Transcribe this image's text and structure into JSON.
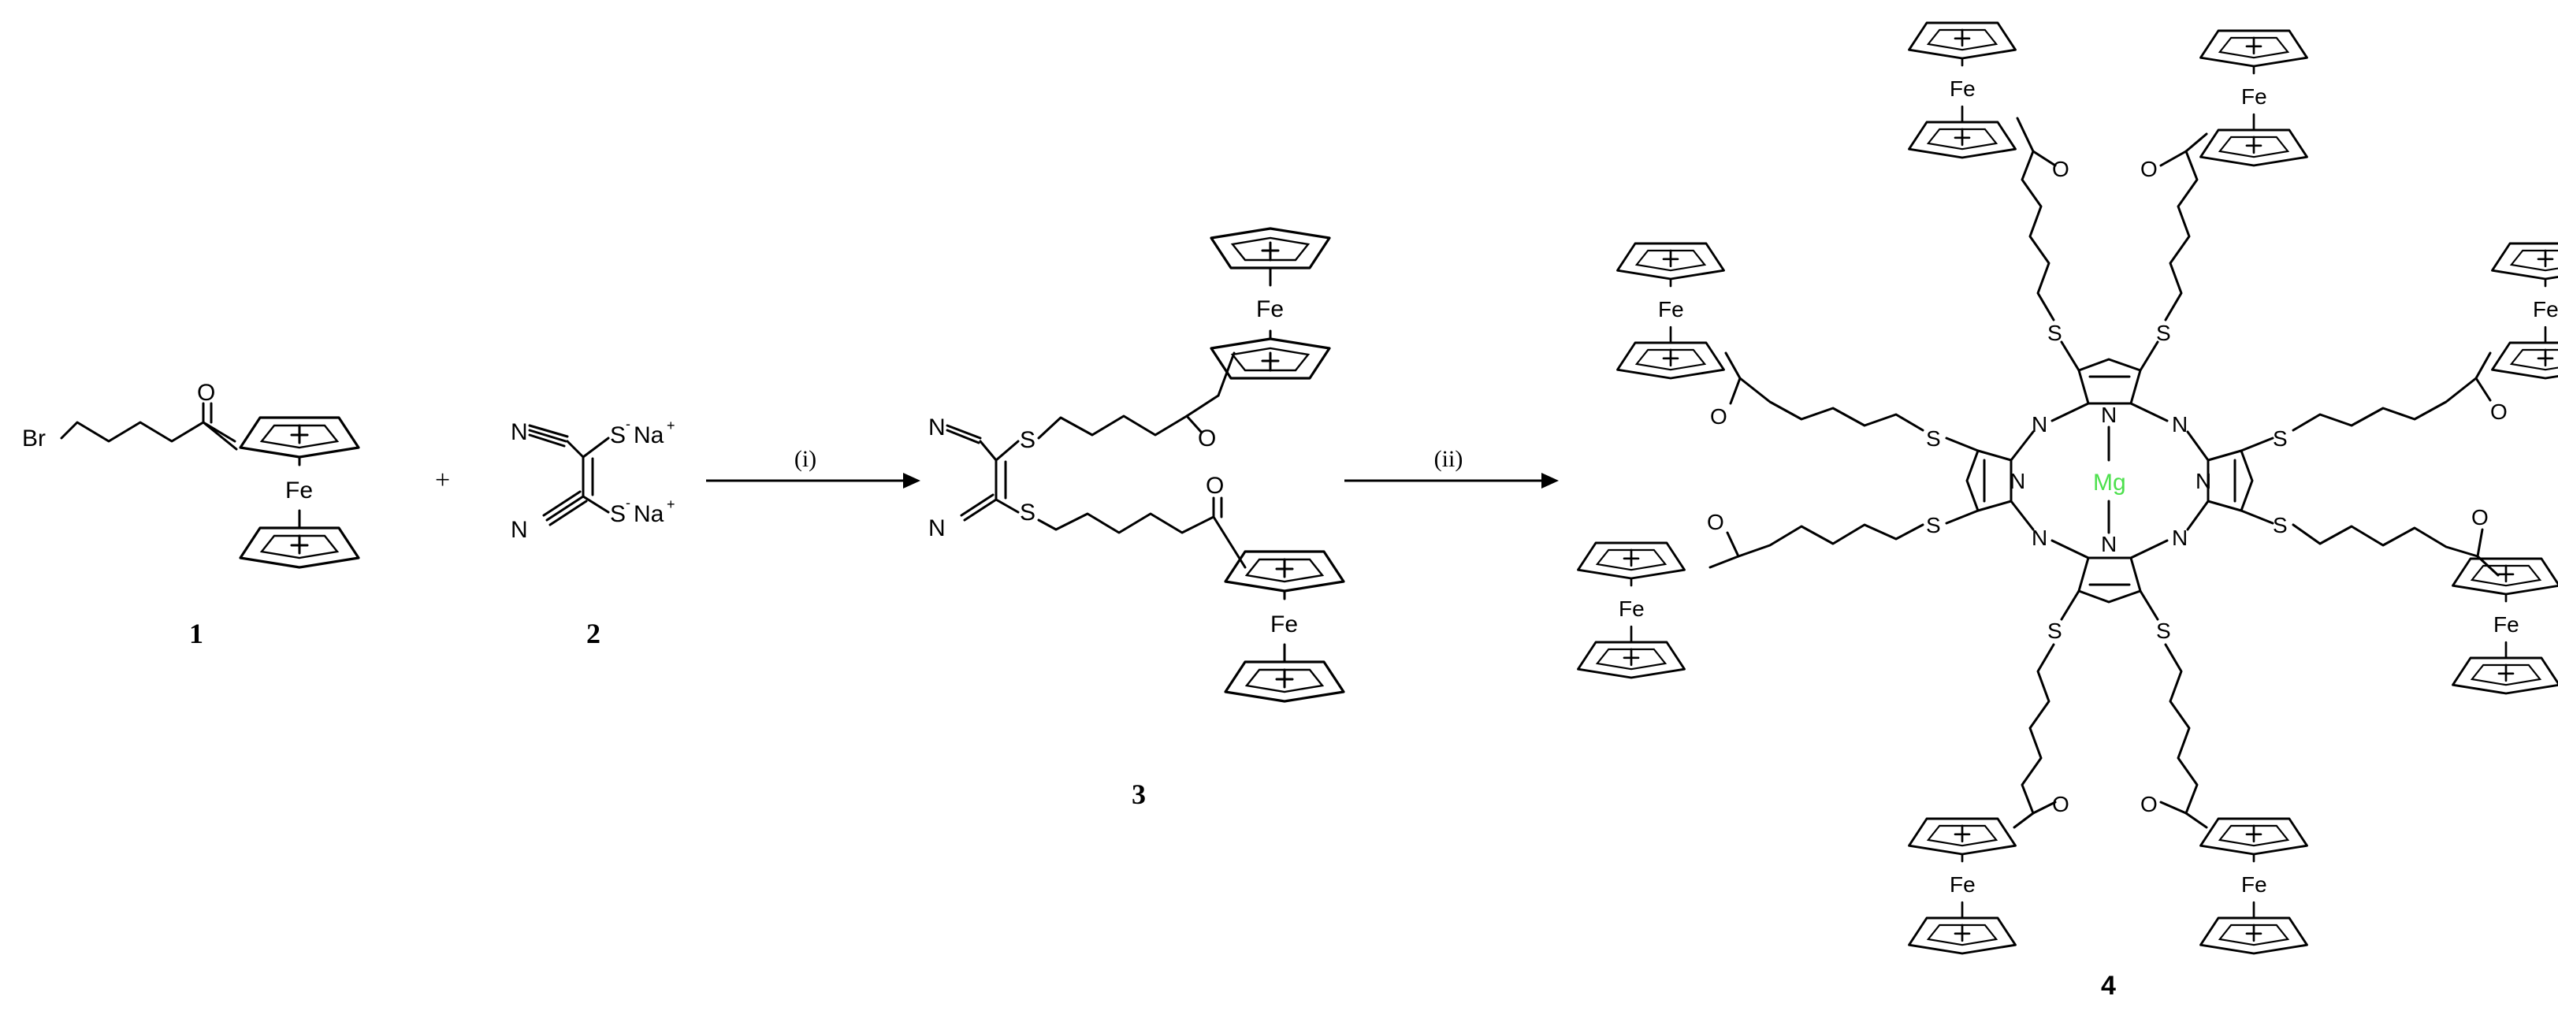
{
  "compounds": [
    {
      "id": "1",
      "label": "1"
    },
    {
      "id": "2",
      "label": "2"
    },
    {
      "id": "3",
      "label": "3"
    },
    {
      "id": "4",
      "label": "4"
    }
  ],
  "reagents": {
    "step1": "(i)",
    "step2": "(ii)",
    "plus": "+"
  },
  "atoms": {
    "br": "Br",
    "o": "O",
    "fe": "Fe",
    "n": "N",
    "s": "S",
    "s_minus": "S",
    "minus": "-",
    "na": "Na",
    "plus_charge": "+",
    "mg": "Mg"
  },
  "colors": {
    "mg": "#4de04d",
    "ink": "#000000"
  }
}
